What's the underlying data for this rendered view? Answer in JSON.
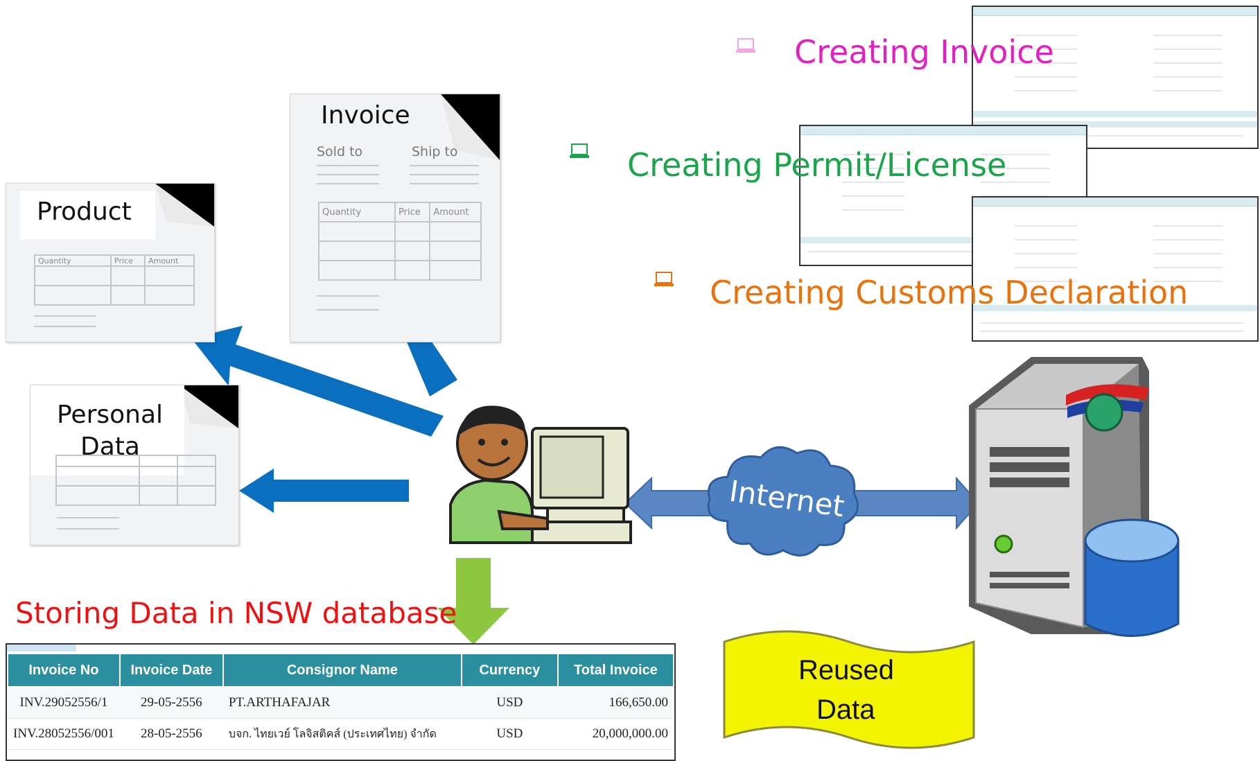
{
  "docs": {
    "invoice": {
      "title": "Invoice",
      "sold_to": "Sold to",
      "ship_to": "Ship to",
      "columns": [
        "Quantity",
        "Price",
        "Amount"
      ]
    },
    "product": {
      "title": "Product",
      "columns": [
        "Quantity",
        "Price",
        "Amount"
      ]
    },
    "personal": {
      "title_line1": "Personal",
      "title_line2": "Data"
    }
  },
  "steps": [
    {
      "label": "Creating Invoice",
      "color": "#e020c0"
    },
    {
      "label": "Creating Permit/License",
      "color": "#1aa54a"
    },
    {
      "label": "Creating Customs Declaration",
      "color": "#e8720c"
    }
  ],
  "storing_label": "Storing Data in NSW database",
  "internet_label": "Internet",
  "reused_label_line1": "Reused",
  "reused_label_line2": "Data",
  "table": {
    "headers": [
      "Invoice No",
      "Invoice Date",
      "Consignor Name",
      "Currency",
      "Total Invoice"
    ],
    "rows": [
      [
        "INV.29052556/1",
        "29-05-2556",
        "PT.ARTHAFAJAR",
        "USD",
        "166,650.00"
      ],
      [
        "INV.28052556/001",
        "28-05-2556",
        "บจก. ไทยเวย์ โลจิสติคส์ (ประเทศไทย) จำกัด",
        "USD",
        "20,000,000.00"
      ]
    ]
  },
  "colors": {
    "arrow_blue": "#0b6fbf",
    "arrow_green": "#8dc63f",
    "cloud": "#4a7fc1",
    "reused_fill": "#f2f400",
    "table_header": "#2b8fa0"
  }
}
